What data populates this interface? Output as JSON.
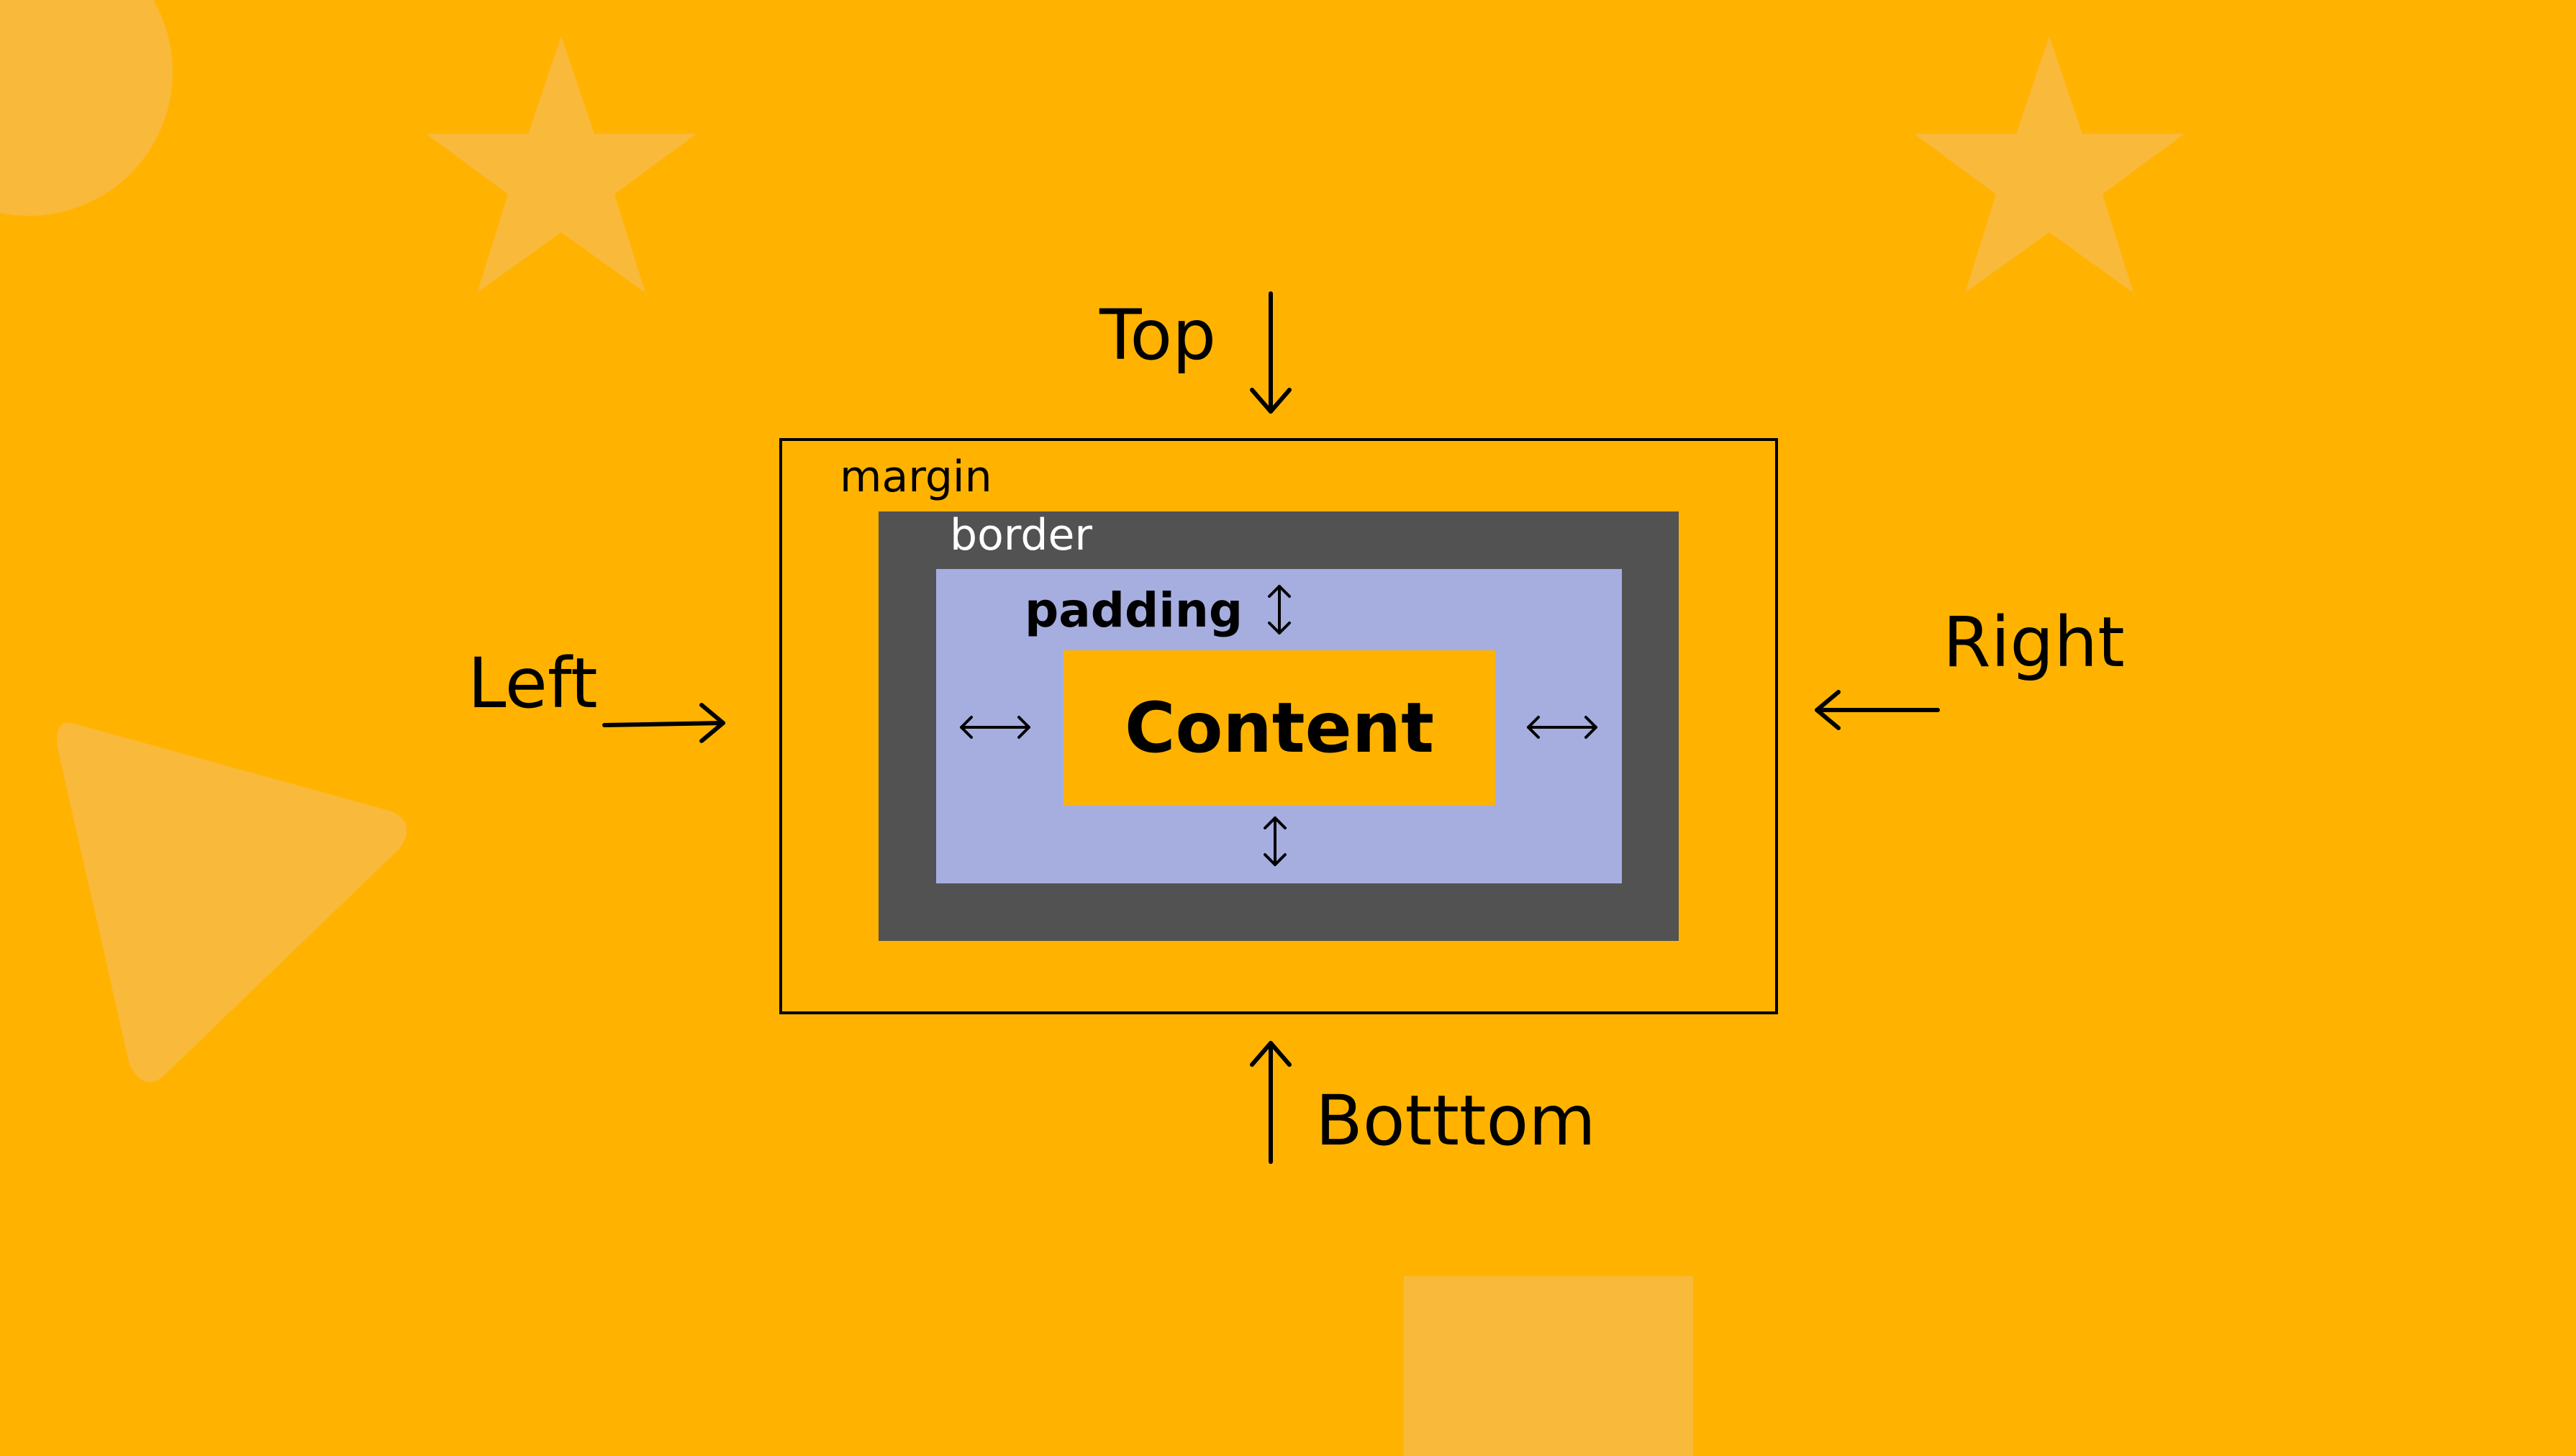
{
  "diagram": {
    "labels": {
      "margin": "margin",
      "border": "border",
      "padding": "padding",
      "content": "Content"
    },
    "directions": {
      "top": "Top",
      "left": "Left",
      "right": "Right",
      "bottom": "Botttom"
    }
  },
  "colors": {
    "background": "#FFB300",
    "decor_shapes": "#F9B93A",
    "border_fill": "#525252",
    "padding_fill": "#A6AEE0",
    "content_fill": "#FFB300",
    "ink": "#000000",
    "border_label": "#FFFFFF"
  },
  "decorations": [
    {
      "name": "circle-shape",
      "shape": "circle"
    },
    {
      "name": "star-shape-left",
      "shape": "star"
    },
    {
      "name": "star-shape-right",
      "shape": "star"
    },
    {
      "name": "triangle-shape",
      "shape": "triangle"
    },
    {
      "name": "square-shape",
      "shape": "square"
    }
  ]
}
